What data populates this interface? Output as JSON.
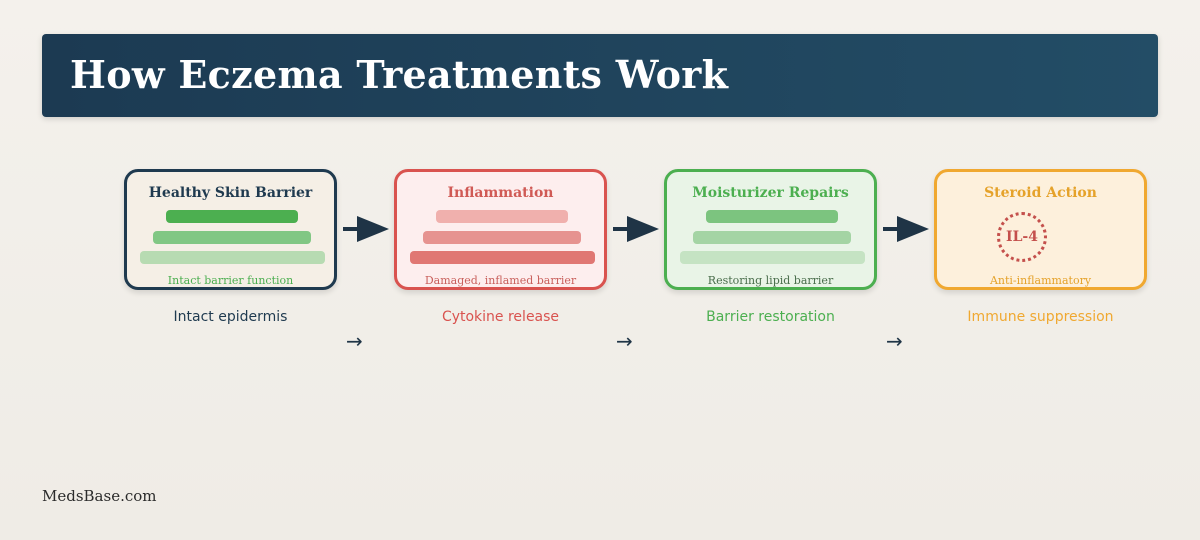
{
  "header": {
    "title": "How Eczema Treatments Work"
  },
  "steps": [
    {
      "title": "Healthy Skin Barrier",
      "caption": "Intact barrier function",
      "label": "Intact epidermis",
      "color": "#1f3a4f",
      "bg": "#f5efe6",
      "title_color": "#1f3a4f",
      "caption_color": "#4caf50",
      "layers": [
        "#4caf50",
        "#81c784",
        "#b7dbb2"
      ]
    },
    {
      "title": "Inflammation",
      "caption": "Damaged, inflamed barrier",
      "label": "Cytokine release",
      "color": "#d9534f",
      "bg": "#fdeeee",
      "title_color": "#d05a55",
      "caption_color": "#c9605c",
      "layers": [
        "#f0b0ad",
        "#e69390",
        "#e07773"
      ]
    },
    {
      "title": "Moisturizer Repairs",
      "caption": "Restoring lipid barrier",
      "label": "Barrier restoration",
      "color": "#4caf50",
      "bg": "#e9f4e7",
      "title_color": "#4caf50",
      "caption_color": "#4a6e4c",
      "layers": [
        "#7cc47f",
        "#a4d4a4",
        "#c5e3c3"
      ]
    },
    {
      "title": "Steroid Action",
      "caption": "Anti-inflammatory",
      "label": "Immune suppression",
      "color": "#f0a830",
      "bg": "#fdf0dc",
      "title_color": "#e5a22a",
      "caption_color": "#e5a22a",
      "badge": "IL-4"
    }
  ],
  "connector_glyph": "→",
  "footer": {
    "brand": "MedsBase.com"
  }
}
